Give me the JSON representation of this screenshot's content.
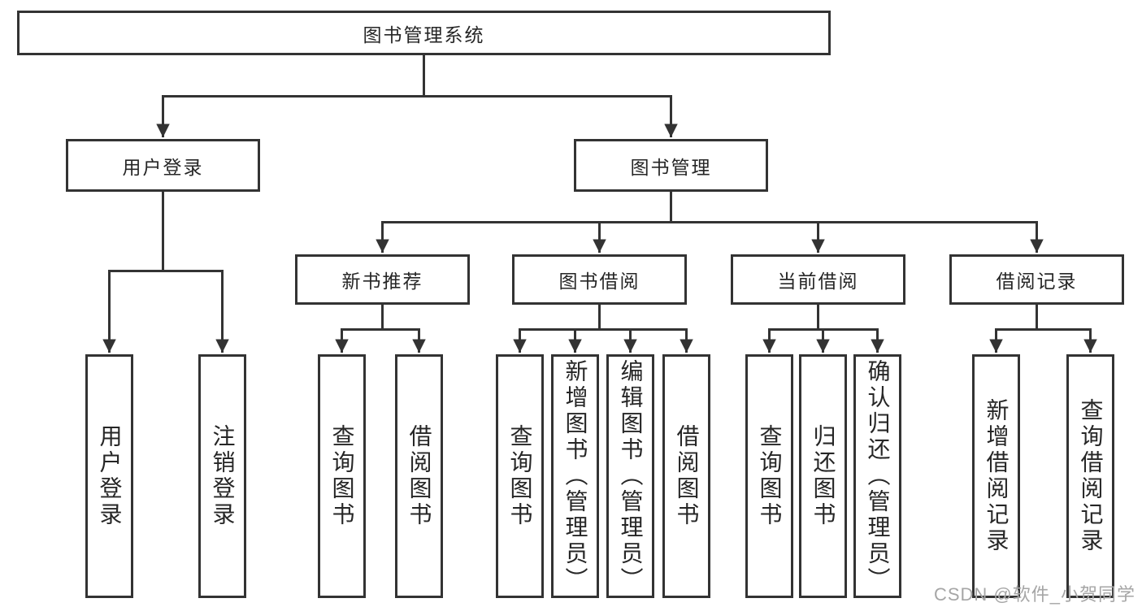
{
  "colors": {
    "page_background": "#ffffff",
    "line": "#333333",
    "box_border": "#333333",
    "box_background": "#ffffff",
    "text": "#262626",
    "watermark_text": "#a6a6a6"
  },
  "watermark": {
    "label": "CSDN @软件_小贺同学"
  },
  "tree": {
    "root": {
      "label": "图书管理系统"
    },
    "children": [
      {
        "label": "用户登录",
        "children": [
          {
            "label": "用户登录"
          },
          {
            "label": "注销登录"
          }
        ]
      },
      {
        "label": "图书管理",
        "children": [
          {
            "label": "新书推荐",
            "children": [
              {
                "label": "查询图书"
              },
              {
                "label": "借阅图书"
              }
            ]
          },
          {
            "label": "图书借阅",
            "children": [
              {
                "label": "查询图书"
              },
              {
                "label": "新增图书（管理员）"
              },
              {
                "label": "编辑图书（管理员）"
              },
              {
                "label": "借阅图书"
              }
            ]
          },
          {
            "label": "当前借阅",
            "children": [
              {
                "label": "查询图书"
              },
              {
                "label": "归还图书"
              },
              {
                "label": "确认归还（管理员）"
              }
            ]
          },
          {
            "label": "借阅记录",
            "children": [
              {
                "label": "新增借阅记录"
              },
              {
                "label": "查询借阅记录"
              }
            ]
          }
        ]
      }
    ]
  }
}
